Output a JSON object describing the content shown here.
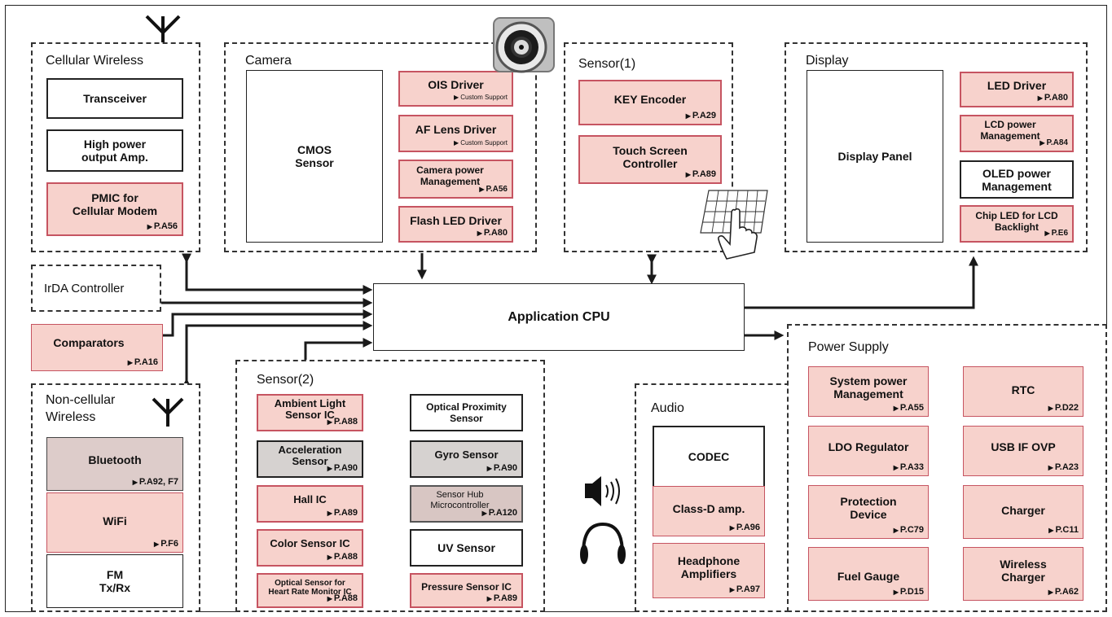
{
  "cpu": "Application CPU",
  "cellular": {
    "title": "Cellular Wireless",
    "transceiver": "Transceiver",
    "high_power": "High power\noutput Amp.",
    "pmic": "PMIC for\nCellular Modem",
    "pmic_ref": "P.A56"
  },
  "camera": {
    "title": "Camera",
    "cmos": "CMOS\nSensor",
    "ois": "OIS Driver",
    "ois_ref": "Custom Support",
    "af": "AF Lens Driver",
    "af_ref": "Custom Support",
    "power": "Camera power\nManagement",
    "power_ref": "P.A56",
    "flash": "Flash LED Driver",
    "flash_ref": "P.A80"
  },
  "sensor1": {
    "title": "Sensor(1)",
    "key": "KEY Encoder",
    "key_ref": "P.A29",
    "touch": "Touch Screen\nController",
    "touch_ref": "P.A89"
  },
  "display": {
    "title": "Display",
    "panel": "Display Panel",
    "led": "LED Driver",
    "led_ref": "P.A80",
    "lcd": "LCD power\nManagement",
    "lcd_ref": "P.A84",
    "oled": "OLED power\nManagement",
    "chip": "Chip LED for LCD\nBacklight",
    "chip_ref": "P.E6"
  },
  "irda": "IrDA Controller",
  "comparators": "Comparators",
  "comparators_ref": "P.A16",
  "noncell": {
    "title": "Non-cellular\nWireless",
    "bt": "Bluetooth",
    "bt_ref": "P.A92, F7",
    "wifi": "WiFi",
    "wifi_ref": "P.F6",
    "fm": "FM\nTx/Rx"
  },
  "sensor2": {
    "title": "Sensor(2)",
    "ambient": "Ambient Light\nSensor IC",
    "ambient_ref": "P.A88",
    "accel": "Acceleration\nSensor",
    "accel_ref": "P.A90",
    "hall": "Hall IC",
    "hall_ref": "P.A89",
    "color": "Color Sensor IC",
    "color_ref": "P.A88",
    "heart": "Optical Sensor for\nHeart Rate Monitor IC",
    "heart_ref": "P.A88",
    "proximity": "Optical Proximity\nSensor",
    "gyro": "Gyro Sensor",
    "gyro_ref": "P.A90",
    "hub": "Sensor Hub\nMicrocontroller",
    "hub_ref": "P.A120",
    "uv": "UV Sensor",
    "pressure": "Pressure Sensor IC",
    "pressure_ref": "P.A89"
  },
  "audio": {
    "title": "Audio",
    "codec": "CODEC",
    "classd": "Class-D amp.",
    "classd_ref": "P.A96",
    "headphone": "Headphone\nAmplifiers",
    "headphone_ref": "P.A97"
  },
  "power": {
    "title": "Power Supply",
    "system": "System power\nManagement",
    "system_ref": "P.A55",
    "rtc": "RTC",
    "rtc_ref": "P.D22",
    "ldo": "LDO Regulator",
    "ldo_ref": "P.A33",
    "usb": "USB IF OVP",
    "usb_ref": "P.A23",
    "protection": "Protection\nDevice",
    "protection_ref": "P.C79",
    "charger": "Charger",
    "charger_ref": "P.C11",
    "fuel": "Fuel Gauge",
    "fuel_ref": "P.D15",
    "wireless": "Wireless\nCharger",
    "wireless_ref": "P.A62"
  },
  "colors": {
    "pink_fill": "#f7d2cc",
    "pink_border": "#c65461",
    "gray_fill": "#d6d2d0",
    "line": "#1a1a1a"
  },
  "icons": [
    "antenna-icon",
    "camera-lens-icon",
    "touchscreen-hand-icon",
    "speaker-icon",
    "headphones-icon"
  ]
}
